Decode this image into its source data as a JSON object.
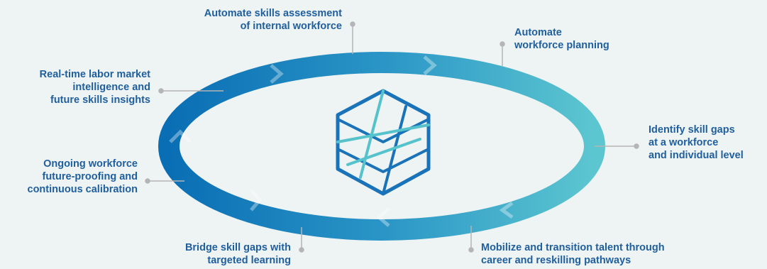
{
  "colors": {
    "background": "#eef3f4",
    "ring_dark": "#0a6eb4",
    "ring_light": "#5cc6d0",
    "label_text": "#1f5f9e",
    "connector": "#b5b5b5",
    "logo_blue": "#1a73b8",
    "logo_teal": "#55c2cc"
  },
  "center_logo": {
    "icon": "hexagon-cube-logo-icon"
  },
  "labels": {
    "top_center": {
      "lines": [
        "Automate skills assessment",
        "of internal workforce"
      ]
    },
    "top_right": {
      "lines": [
        "Automate",
        "workforce planning"
      ]
    },
    "right": {
      "lines": [
        "Identify skill gaps",
        "at a workforce",
        "and individual level"
      ]
    },
    "bottom_right": {
      "lines": [
        "Mobilize and transition talent through",
        "career and reskilling pathways"
      ]
    },
    "bottom_center": {
      "lines": [
        "Bridge skill gaps with",
        "targeted learning"
      ]
    },
    "left_lower": {
      "lines": [
        "Ongoing workforce",
        "future-proofing and",
        "continuous calibration"
      ]
    },
    "left_upper": {
      "lines": [
        "Real-time labor market",
        "intelligence and",
        "future skills insights"
      ]
    }
  }
}
